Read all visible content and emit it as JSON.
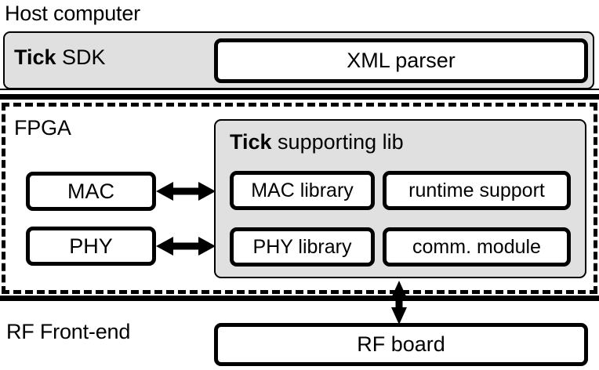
{
  "diagram": {
    "title_visible": false,
    "colors": {
      "panel_grey": "#e0e0e0",
      "stroke_black": "#000000",
      "box_fill_white": "#ffffff",
      "page_background": "#ffffff"
    },
    "tiers": [
      {
        "id": "host",
        "label": "Host computer"
      },
      {
        "id": "fpga",
        "label": "FPGA"
      },
      {
        "id": "rf",
        "label": "RF Front-end"
      }
    ],
    "host": {
      "tier_label": "Host computer",
      "sdk_panel": {
        "label_bold": "Tick",
        "label_rest": " SDK",
        "label_full": "Tick SDK"
      },
      "boxes": [
        {
          "id": "xml-parser",
          "label": "XML parser"
        }
      ]
    },
    "fpga": {
      "tier_label": "FPGA",
      "left_boxes": [
        {
          "id": "mac",
          "label": "MAC"
        },
        {
          "id": "phy",
          "label": "PHY"
        }
      ],
      "supporting_lib": {
        "label_bold": "Tick",
        "label_rest": " supporting lib",
        "label_full": "Tick supporting lib",
        "boxes": [
          {
            "id": "mac-library",
            "label": "MAC library"
          },
          {
            "id": "runtime-support",
            "label": "runtime support"
          },
          {
            "id": "phy-library",
            "label": "PHY library"
          },
          {
            "id": "comm-module",
            "label": "comm. module"
          }
        ]
      }
    },
    "rf": {
      "tier_label": "RF Front-end",
      "boxes": [
        {
          "id": "rf-board",
          "label": "RF board"
        }
      ]
    },
    "connectors": [
      {
        "id": "mac-to-mac-library",
        "type": "double-arrow",
        "orientation": "horizontal"
      },
      {
        "id": "phy-to-phy-library",
        "type": "double-arrow",
        "orientation": "horizontal"
      },
      {
        "id": "fpga-to-rf-board",
        "type": "double-arrow",
        "orientation": "vertical"
      }
    ]
  }
}
